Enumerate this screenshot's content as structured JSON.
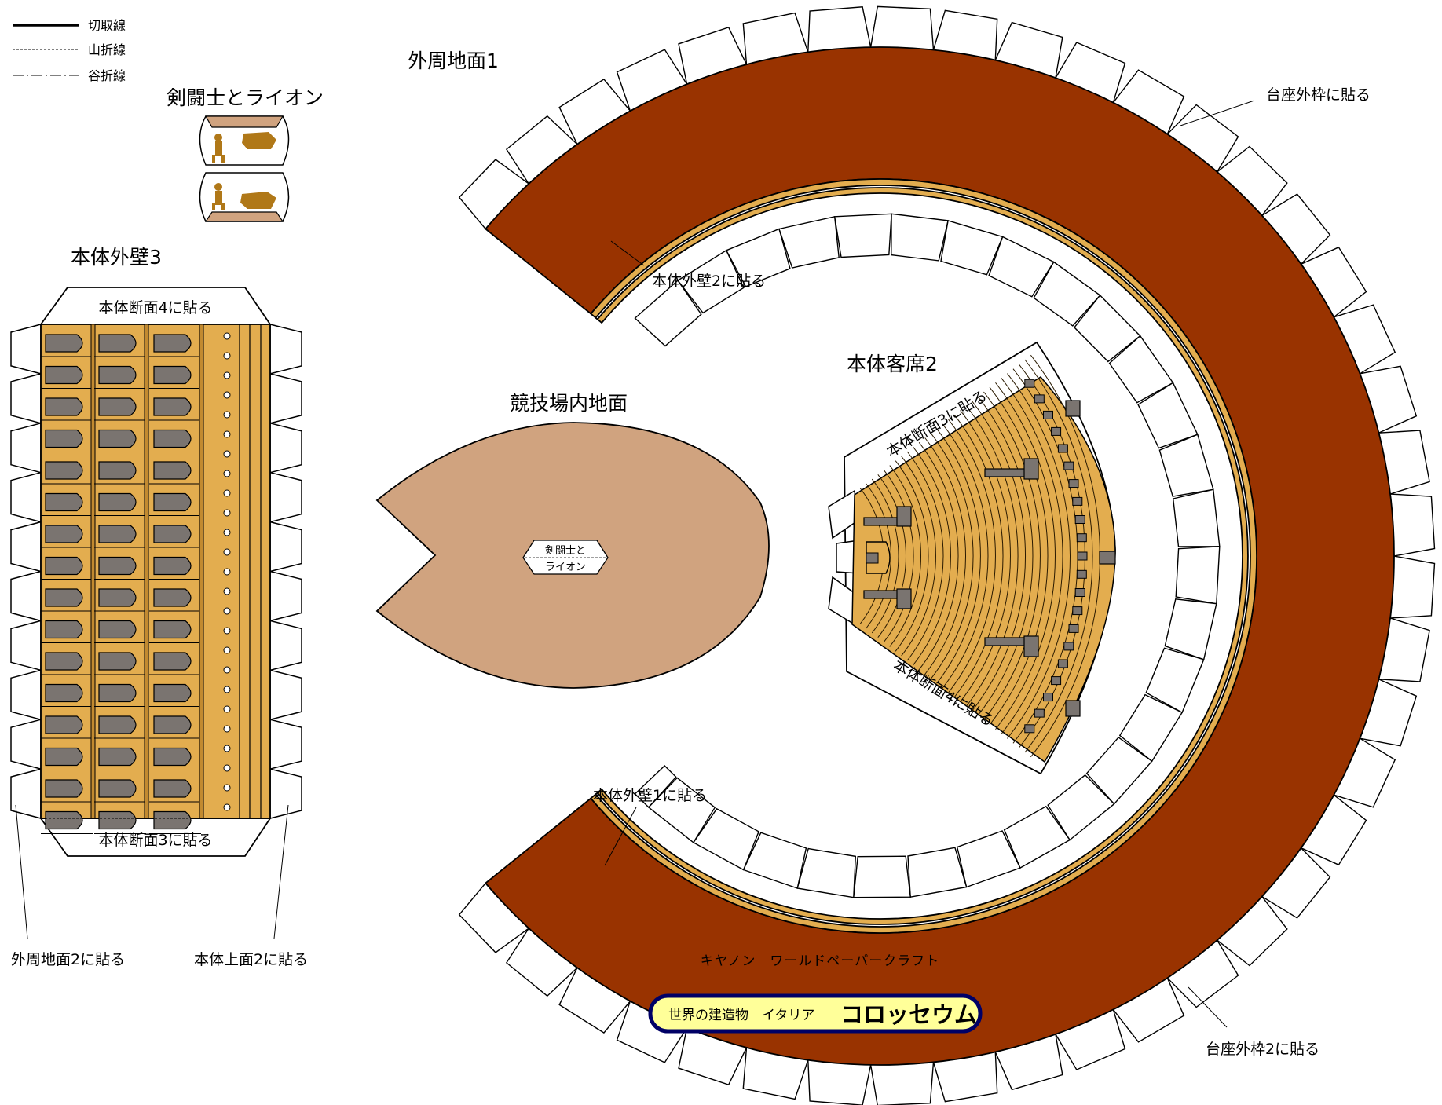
{
  "legend": [
    {
      "label": "切取線",
      "style": "cut"
    },
    {
      "label": "山折線",
      "style": "mountain"
    },
    {
      "label": "谷折線",
      "style": "valley"
    }
  ],
  "parts": {
    "outer_ground_1": "外周地面1",
    "gladiator": "剣闘士とライオン",
    "wall_3": "本体外壁3",
    "arena_floor": "競技場内地面",
    "seats_2": "本体客席2"
  },
  "glue_labels": {
    "base_frame": "台座外枠に貼る",
    "base_frame_2": "台座外枠2に貼る",
    "wall_2": "本体外壁2に貼る",
    "wall_1": "本体外壁1に貼る",
    "section_3": "本体断面3に貼る",
    "section_4": "本体断面4に貼る",
    "outer_ground_2": "外周地面2に貼る",
    "top_2": "本体上面2に貼る",
    "arena_tag_line1": "剣闘士と",
    "arena_tag_line2": "ライオン"
  },
  "branding": {
    "brand": "キヤノン　ワールドペーパークラフト",
    "series": "世界の建造物　イタリア",
    "model": "コロッセウム"
  },
  "colors": {
    "ground": "#993300",
    "wall": "#e3ad4f",
    "arch": "#7a7470",
    "arena": "#d0a37f",
    "stone": "#b08050",
    "badge": "#ffff99",
    "badge_border": "#000066"
  }
}
